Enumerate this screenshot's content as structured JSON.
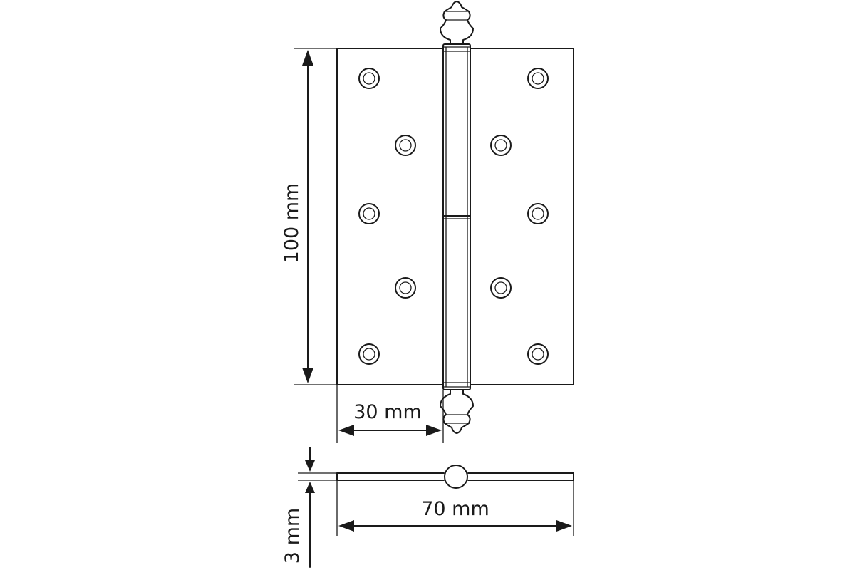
{
  "dimensions": {
    "height_label": "100 mm",
    "knuckle_offset_label": "30 mm",
    "width_label": "70 mm",
    "thickness_label": "3 mm"
  },
  "colors": {
    "line": "#1a1a1a",
    "background": "#ffffff"
  }
}
